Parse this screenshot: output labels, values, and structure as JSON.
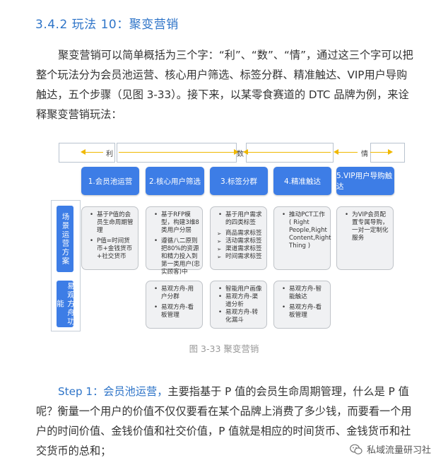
{
  "heading": "3.4.2 玩法 10：聚变营销",
  "intro_paragraph": "聚变营销可以简单概括为三个字：“利”、“数”、“情”，通过这三个字可以把整个玩法分为会员池运营、核心用户筛选、标签分群、精准触达、VIP用户导购触达，五个步骤（见图 3-33）。接下来，以某零食赛道的 DTC 品牌为例，来诠释聚变营销玩法：",
  "diagram": {
    "top_labels": {
      "li": "利",
      "shu": "数",
      "qing": "情"
    },
    "steps": [
      "1.会员池运营",
      "2.核心用户筛选",
      "3.标签分群",
      "4.精准触达",
      "5.VIP用户导购触达"
    ],
    "side_labels": {
      "scenario": "场景运营方案",
      "tool": "易观方舟功能"
    },
    "scenario_cards": [
      {
        "items": [
          "基于P值的会员生命周期管理",
          "P值=时间货币+金钱货币+社交货币"
        ]
      },
      {
        "items": [
          "基于RFP模型，构建3维8类用户分层",
          "遵循八二原则把80%的资源和精力投入到第一类用户(忠实顾客)中"
        ]
      },
      {
        "intro": "基于用户需求的四类标签",
        "items": [
          "商品需求标签",
          "活动需求标签",
          "渠道需求标签",
          "时间需求标签"
        ]
      },
      {
        "items": [
          "推动PCT工作 ( Right People,Right Content,Right Thing )"
        ]
      },
      {
        "items": [
          "为VIP会员配置专属导购，一对一定制化服务"
        ]
      }
    ],
    "tool_cards": [
      {
        "items": [
          "易观方舟-用户分群",
          "易观方舟-看板管理"
        ]
      },
      {
        "items": [
          "智能用户画像",
          "易观方舟-渠道分析",
          "易观方舟-转化漏斗"
        ]
      },
      {
        "items": [
          "易观方舟-智能触达",
          "易观方舟-看板管理"
        ]
      }
    ]
  },
  "caption": "图 3-33 聚变营销",
  "step1": {
    "label": "Step 1：会员池运营，",
    "text": "主要指基于 P 值的会员生命周期管理，什么是 P 值呢？衡量一个用户的价值不仅仅要看在某个品牌上消费了多少钱，而要看一个用户的时间价值、金钱价值和社交价值，P 值就是相应的时间货币、金钱货币和社交货币的总和；"
  },
  "watermark": "私域流量研习社",
  "colors": {
    "accent": "#2e74c8",
    "step_fill": "#3d7de6",
    "arrow": "#f0b800"
  }
}
